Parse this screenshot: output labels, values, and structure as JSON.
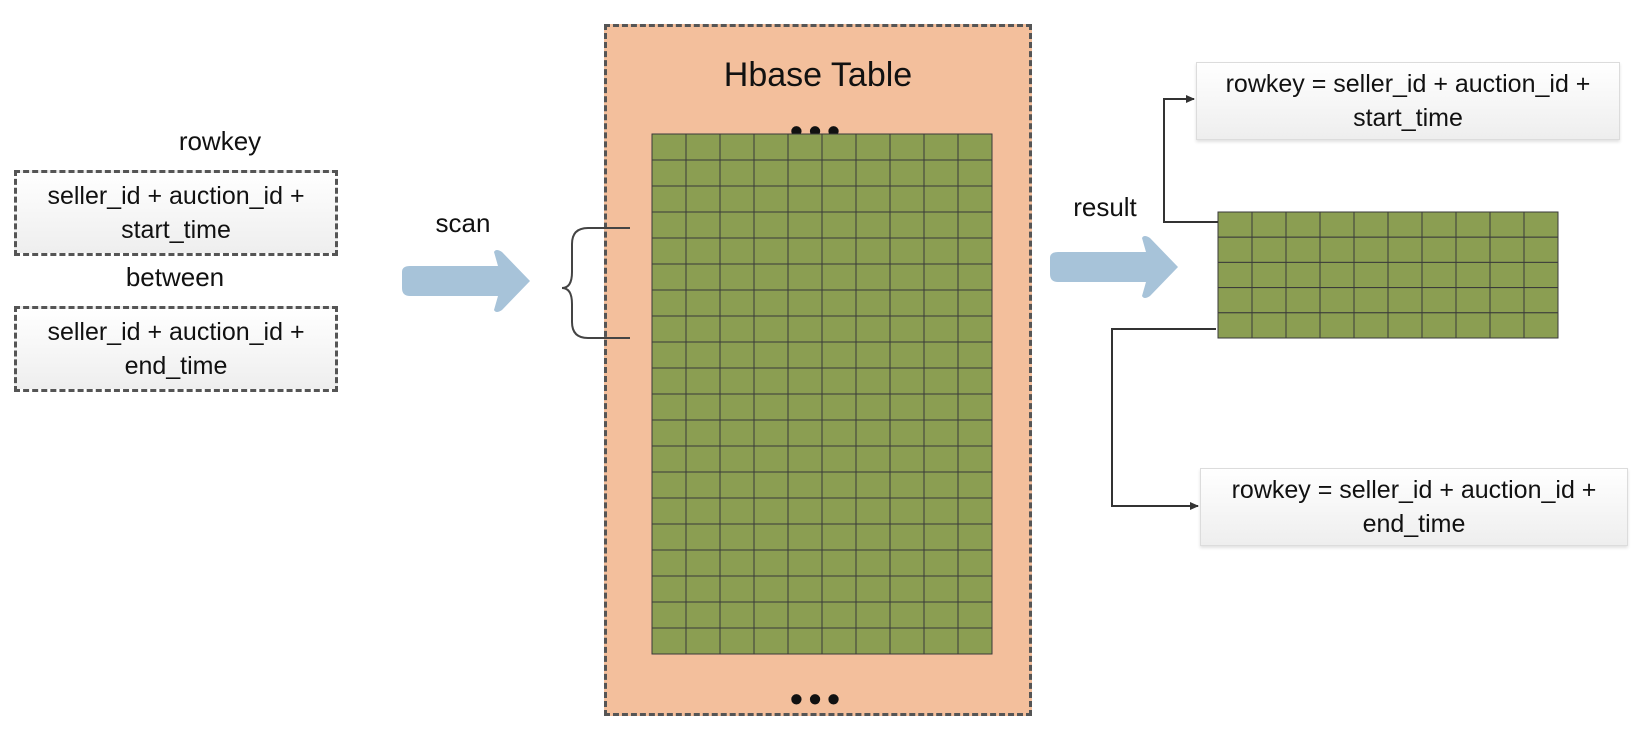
{
  "left": {
    "rowkey_label": "rowkey",
    "start_key": {
      "line1": "seller_id + auction_id +",
      "line2": "start_time"
    },
    "between_label": "between",
    "end_key": {
      "line1": "seller_id + auction_id +",
      "line2": "end_time"
    }
  },
  "scan_label": "scan",
  "table": {
    "title": "Hbase Table",
    "ellipsis_top": "•••",
    "ellipsis_bottom": "•••",
    "columns": 10,
    "rows": 20
  },
  "result_label": "result",
  "result_table": {
    "columns": 10,
    "rows": 5
  },
  "result_start": {
    "line1": "rowkey = seller_id + auction_id +",
    "line2": "start_time"
  },
  "result_end": {
    "line1": "rowkey = seller_id + auction_id +",
    "line2": "end_time"
  },
  "colors": {
    "cell_fill": "#8b9e52",
    "cell_stroke": "#3a3a3a",
    "panel_fill": "#f3bf9c",
    "arrow_fill": "#a7c3d9",
    "connector": "#333333"
  }
}
